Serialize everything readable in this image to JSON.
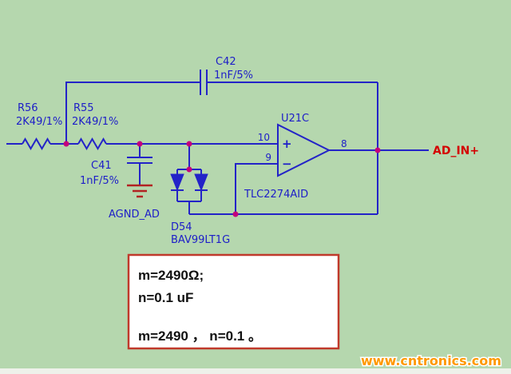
{
  "colors": {
    "background": "#b5d7ae",
    "wire": "#2323c8",
    "junction_dot": "#c4007a",
    "ground_symbol": "#b22222",
    "net_label": "#d40000",
    "note_border": "#c0392b",
    "watermark": "#ff9800"
  },
  "components": {
    "r56": {
      "ref": "R56",
      "value": "2K49/1%"
    },
    "r55": {
      "ref": "R55",
      "value": "2K49/1%"
    },
    "c42": {
      "ref": "C42",
      "value": "1nF/5%"
    },
    "c41": {
      "ref": "C41",
      "value": "1nF/5%"
    },
    "opamp": {
      "ref": "U21C",
      "part": "TLC2274AID",
      "plus": "+",
      "minus": "−",
      "pin_noninv": "10",
      "pin_inv": "9",
      "pin_out": "8"
    },
    "d54": {
      "ref": "D54",
      "part": "BAV99LT1G"
    }
  },
  "nets": {
    "ground": "AGND_AD",
    "output": "AD_IN+"
  },
  "note": {
    "line1": "m=2490Ω;",
    "line2": "n=0.1 uF",
    "line3": "m=2490 ，  n=0.1 。"
  },
  "watermark": "www.cntronics.com"
}
